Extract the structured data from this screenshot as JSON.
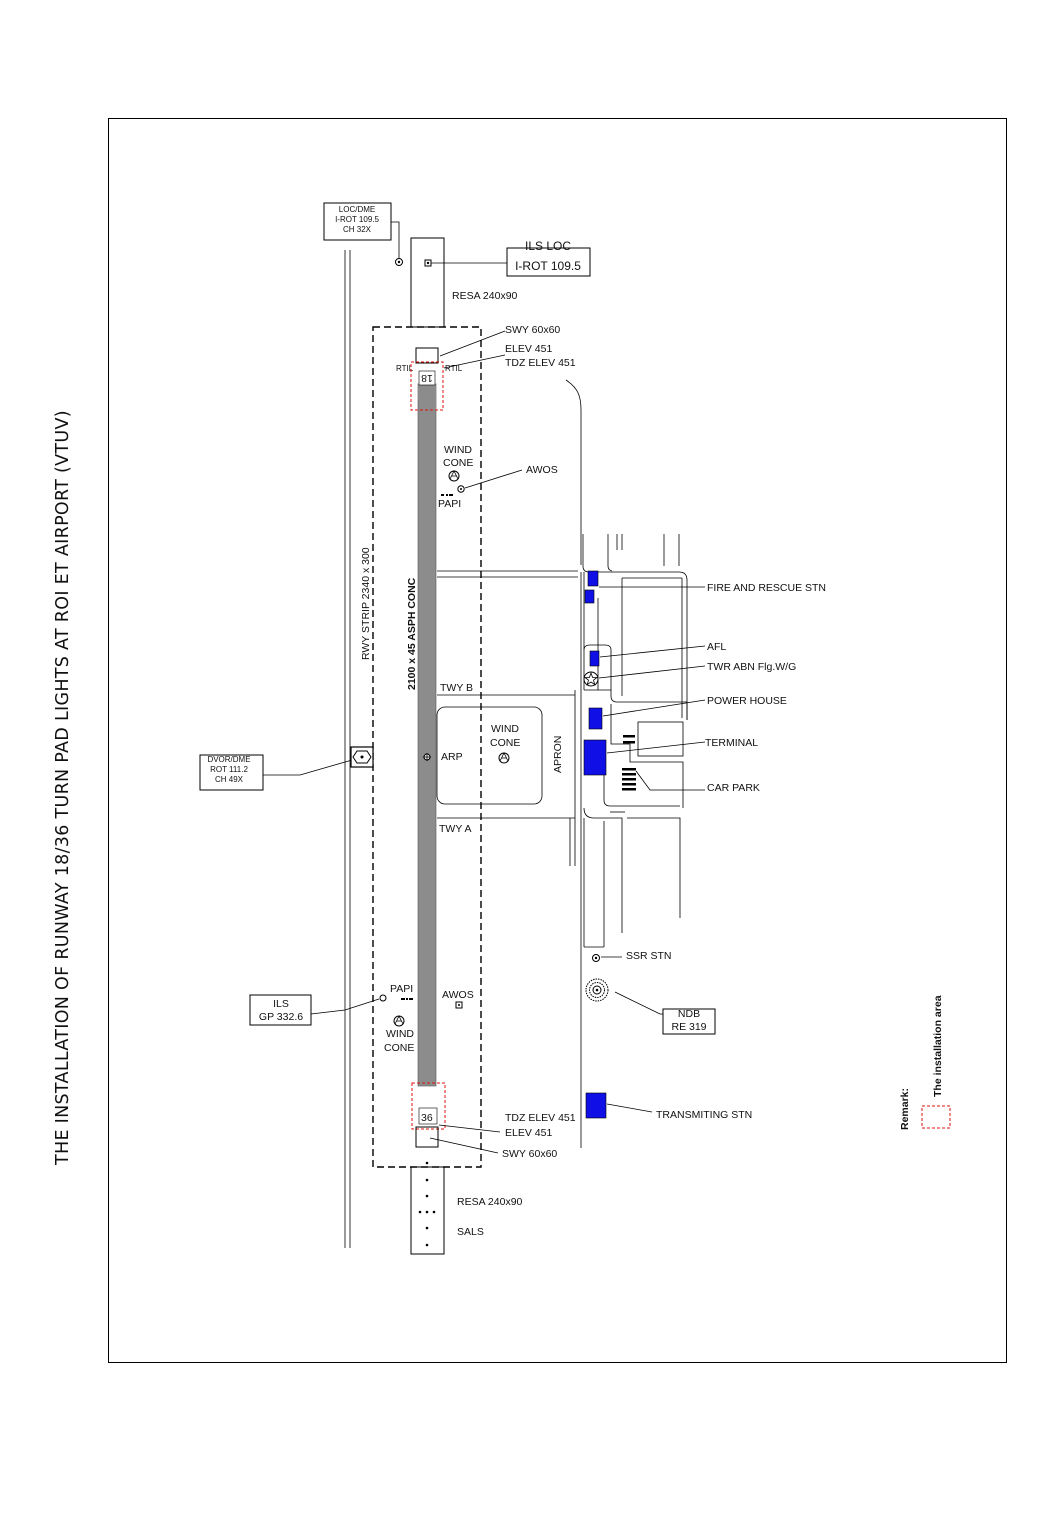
{
  "title": "THE INSTALLATION OF RUNWAY 18/36 TURN PAD LIGHTS AT ROI ET AIRPORT (VTUV)",
  "runway": {
    "designation": "2100 x 45 ASPH CONC",
    "strip": "RWY STRIP 2340 x 300",
    "end_north": "18",
    "end_south": "36",
    "resa_north": "RESA 240x90",
    "resa_south": "RESA 240x90",
    "swy_north": "SWY 60x60",
    "swy_south": "SWY 60x60",
    "elev_north": "ELEV 451",
    "tdz_north": "TDZ ELEV 451",
    "elev_south": "ELEV 451",
    "tdz_south": "TDZ ELEV 451",
    "rtil_left": "RTIL",
    "rtil_right": "RTIL",
    "sals": "SALS"
  },
  "navaids": {
    "loc_dme": [
      "LOC/DME",
      "I-ROT 109.5",
      "CH 32X"
    ],
    "ils_loc": [
      "ILS LOC",
      "I-ROT 109.5"
    ],
    "dvor_dme": [
      "DVOR/DME",
      "ROT 111.2",
      "CH 49X"
    ],
    "ils_gp": [
      "ILS",
      "GP 332.6"
    ],
    "ndb": [
      "NDB",
      "RE 319"
    ],
    "ssr": "SSR STN"
  },
  "airfield": {
    "wind_cone_north": [
      "WIND",
      "CONE"
    ],
    "wind_cone_apron": [
      "WIND",
      "CONE"
    ],
    "wind_cone_south": [
      "WIND",
      "CONE"
    ],
    "awos_north": "AWOS",
    "awos_south": "AWOS",
    "papi_north": "PAPI",
    "papi_south": "PAPI",
    "twy_b": "TWY B",
    "twy_a": "TWY A",
    "arp": "ARP",
    "apron": "APRON"
  },
  "facilities": {
    "fire_rescue": "FIRE AND RESCUE STN",
    "afl": "AFL",
    "twr_abn": "TWR ABN Flg.W/G",
    "power_house": "POWER HOUSE",
    "terminal": "TERMINAL",
    "car_park": "CAR PARK",
    "transmitting": "TRANSMITING STN"
  },
  "legend": {
    "remark": "Remark:",
    "installation_area": "The installation area"
  },
  "colors": {
    "building": "#1010e6",
    "runway": "#8c8c8c",
    "installation_area": "#e01010"
  }
}
